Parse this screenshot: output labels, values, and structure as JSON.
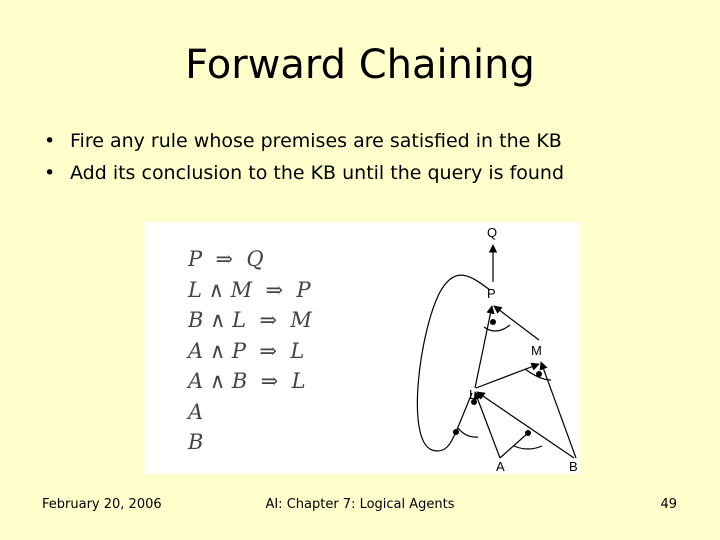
{
  "slide": {
    "title": "Forward Chaining",
    "bullets": [
      "Fire any rule whose premises are satisfied in the KB",
      "Add its conclusion to the KB until the query is found"
    ],
    "bullet_glyph": "•"
  },
  "kb_rules": [
    "P  ⇒  Q",
    "L ∧ M  ⇒  P",
    "B ∧ L  ⇒  M",
    "A ∧ P  ⇒  L",
    "A ∧ B  ⇒  L",
    "A",
    "B"
  ],
  "graph": {
    "nodes": [
      "Q",
      "P",
      "M",
      "L",
      "A",
      "B"
    ]
  },
  "footer": {
    "date": "February 20, 2006",
    "course": "AI: Chapter 7: Logical Agents",
    "page": "49"
  }
}
